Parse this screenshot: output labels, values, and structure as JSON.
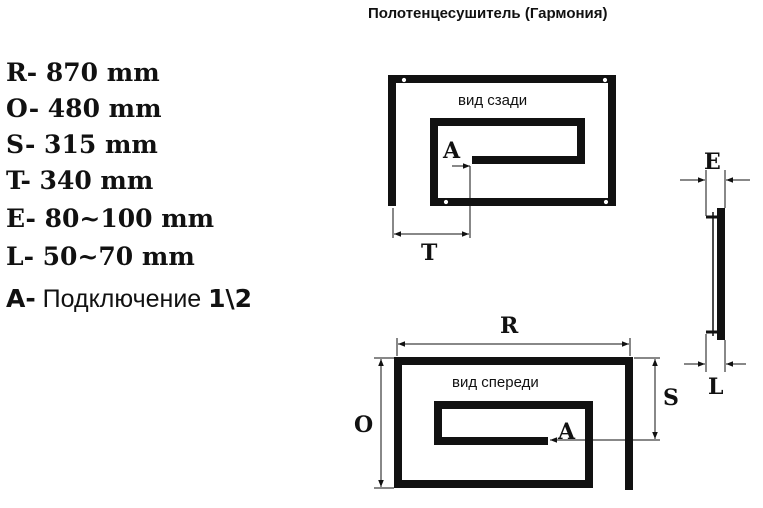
{
  "title": "Полотенцесушитель (Гармония)",
  "specs": {
    "R": "R- 870 mm",
    "O": "O- 480 mm",
    "S": "S- 315 mm",
    "T": "T- 340 mm",
    "E": "E- 80~100 mm",
    "L": "L- 50~70 mm",
    "A_prefix": "A-",
    "A_text": " Подключение ",
    "A_size": "1\\2"
  },
  "views": {
    "back": "вид сзади",
    "front": "вид спереди"
  },
  "labels": {
    "A_back": "A",
    "A_front": "A",
    "T": "T",
    "R": "R",
    "O": "O",
    "S": "S",
    "E": "E",
    "L": "L"
  },
  "colors": {
    "stroke": "#111111",
    "background": "#ffffff"
  }
}
